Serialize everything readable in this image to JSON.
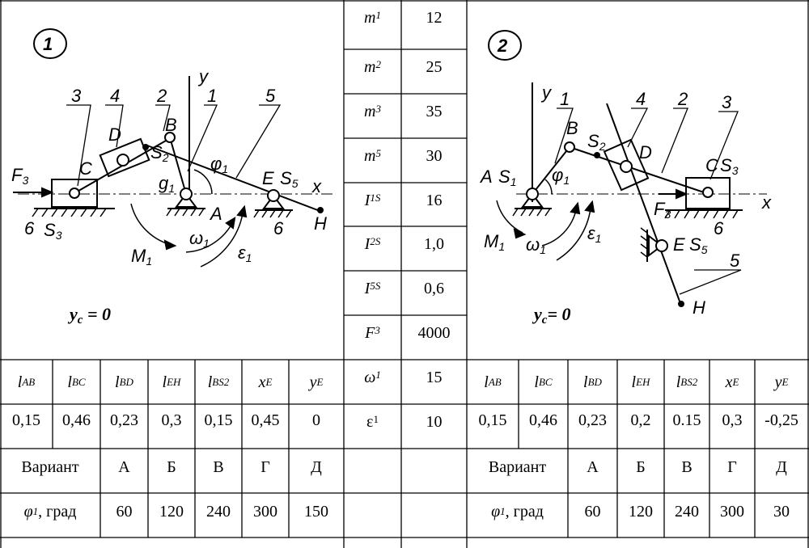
{
  "diagram1": {
    "number": "1",
    "condition": {
      "var": "y",
      "sub": "c",
      "rest": " = 0"
    },
    "labels": {
      "y_axis": "y",
      "x_axis": "x",
      "n3": "3",
      "n4": "4",
      "n2": "2",
      "n1": "1",
      "n5": "5",
      "D": "D",
      "B": "B",
      "C": "C",
      "A": "A",
      "E": "E",
      "H": "H",
      "S2": "S",
      "S2sub": "2",
      "phi1": "φ",
      "phi1sub": "1",
      "g1": "g",
      "g1sub": "1",
      "S5": "S",
      "S5sub": "5",
      "F3": "F",
      "F3sub": "3",
      "n6a": "6",
      "S3": "S",
      "S3sub": "3",
      "n6b": "6",
      "M1": "M",
      "M1sub": "1",
      "w1": "ω",
      "w1sub": "1",
      "e1": "ε",
      "e1sub": "1"
    }
  },
  "diagram2": {
    "number": "2",
    "condition": {
      "var": "y",
      "sub": "c",
      "rest": "= 0"
    },
    "labels": {
      "y_axis": "y",
      "x_axis": "x",
      "n1": "1",
      "n4": "4",
      "n2": "2",
      "n3": "3",
      "n5": "5",
      "B": "B",
      "S2": "S",
      "S2sub": "2",
      "D": "D",
      "C": "C",
      "S3": "S",
      "S3sub": "3",
      "A": "A",
      "S1": "S",
      "S1sub": "1",
      "phi1": "φ",
      "phi1sub": "1",
      "F3": "F",
      "F3sub": "3",
      "n6": "6",
      "E": "E",
      "S5": "S",
      "S5sub": "5",
      "H": "H",
      "M1": "M",
      "M1sub": "1",
      "w1": "ω",
      "w1sub": "1",
      "e1": "ε",
      "e1sub": "1"
    }
  },
  "params": [
    {
      "sym": "m",
      "sub": "1",
      "value": "12"
    },
    {
      "sym": "m",
      "sub": "2",
      "value": "25"
    },
    {
      "sym": "m",
      "sub": "3",
      "value": "35"
    },
    {
      "sym": "m",
      "sub": "5",
      "value": "30"
    },
    {
      "sym": "I",
      "sub": "1S",
      "value": "16"
    },
    {
      "sym": "I",
      "sub": "2S",
      "value": "1,0"
    },
    {
      "sym": "I",
      "sub": "5S",
      "value": "0,6"
    },
    {
      "sym": "F",
      "sub": "3",
      "value": "4000"
    },
    {
      "sym": "ω",
      "sub": "1",
      "value": "15"
    },
    {
      "sym": "ε",
      "sub": "1",
      "value": "10"
    }
  ],
  "left_table": {
    "headers": [
      {
        "sym": "l",
        "sub": "AB"
      },
      {
        "sym": "l",
        "sub": "BC"
      },
      {
        "sym": "l",
        "sub": "BD"
      },
      {
        "sym": "l",
        "sub": "EH"
      },
      {
        "sym": "l",
        "sub": "BS2"
      },
      {
        "sym": "x",
        "sub": "E"
      },
      {
        "sym": "y",
        "sub": "E"
      }
    ],
    "values": [
      "0,15",
      "0,46",
      "0,23",
      "0,3",
      "0,15",
      "0,45",
      "0"
    ],
    "variant_label": "Вариант",
    "variants": [
      "А",
      "Б",
      "В",
      "Г",
      "Д"
    ],
    "angle_label": {
      "sym": "φ",
      "sub": "1",
      "rest": ", град"
    },
    "angles": [
      "60",
      "120",
      "240",
      "300",
      "150"
    ]
  },
  "right_table": {
    "headers": [
      {
        "sym": "l",
        "sub": "AB"
      },
      {
        "sym": "l",
        "sub": "BC"
      },
      {
        "sym": "l",
        "sub": "BD"
      },
      {
        "sym": "l",
        "sub": "EH"
      },
      {
        "sym": "l",
        "sub": "BS2"
      },
      {
        "sym": "x",
        "sub": "E"
      },
      {
        "sym": "y",
        "sub": "E"
      }
    ],
    "values": [
      "0,15",
      "0,46",
      "0,23",
      "0,2",
      "0.15",
      "0,3",
      "-0,25"
    ],
    "variant_label": "Вариант",
    "variants": [
      "А",
      "Б",
      "В",
      "Г",
      "Д"
    ],
    "angle_label": {
      "sym": "φ",
      "sub": "1",
      "rest": ", град"
    },
    "angles": [
      "60",
      "120",
      "240",
      "300",
      "30"
    ]
  }
}
